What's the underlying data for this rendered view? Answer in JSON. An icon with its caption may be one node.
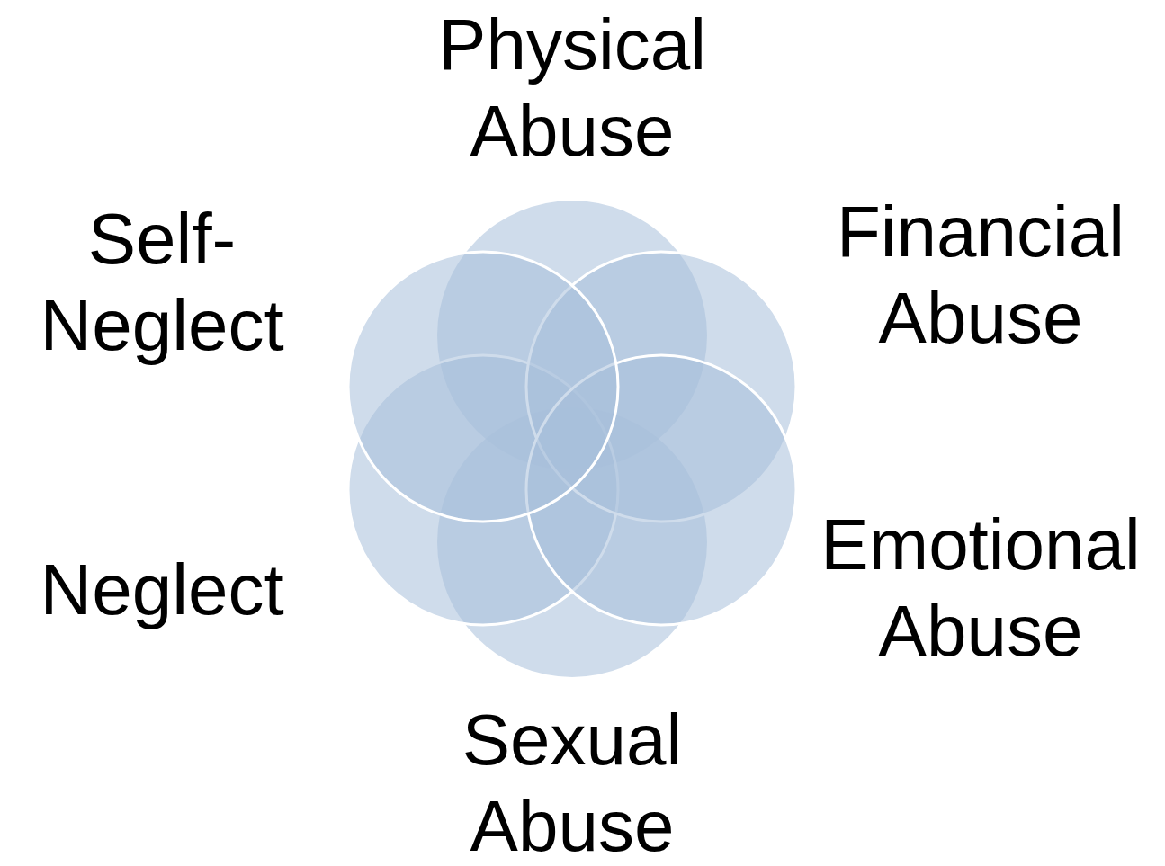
{
  "diagram": {
    "nodes": [
      {
        "text": [],
        "shape": "circle",
        "beside": [
          "Physical Abuse"
        ]
      },
      {
        "text": [],
        "shape": "circle",
        "beside": [
          "Self-Neglect"
        ]
      },
      {
        "text": [],
        "shape": "circle",
        "beside": [
          "Financial Abuse"
        ]
      },
      {
        "text": [],
        "shape": "circle",
        "beside": [
          "Neglect"
        ]
      },
      {
        "text": [],
        "shape": "circle",
        "beside": [
          "Emotional Abuse"
        ]
      },
      {
        "text": [],
        "shape": "circle",
        "beside": [
          "Sexual Abuse"
        ]
      }
    ]
  }
}
